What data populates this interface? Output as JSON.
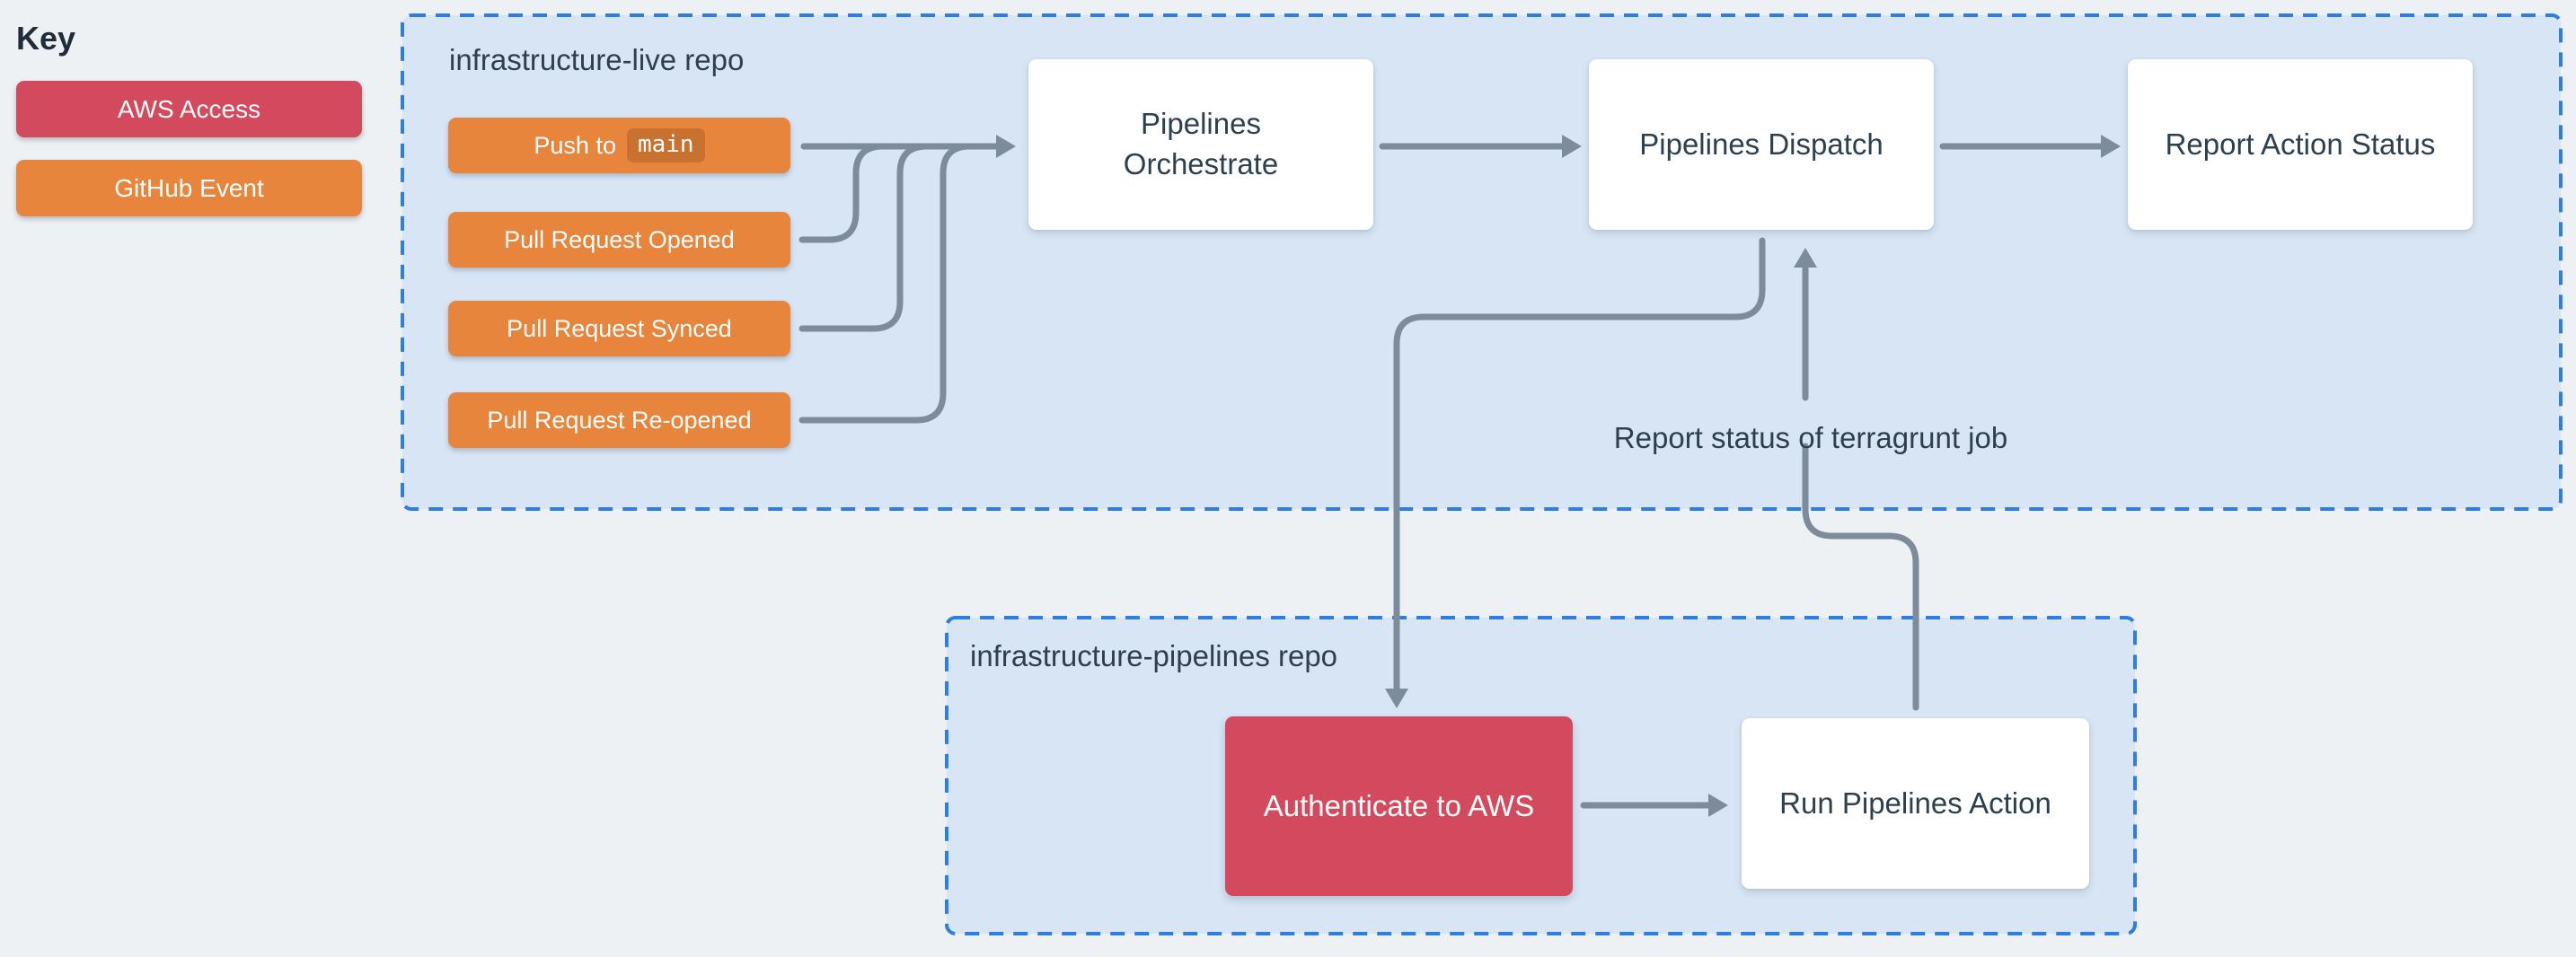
{
  "key": {
    "title": "Key",
    "items": [
      {
        "label": "AWS Access",
        "color": "#d34a5e"
      },
      {
        "label": "GitHub Event",
        "color": "#e8853d"
      }
    ]
  },
  "live_repo": {
    "label": "infrastructure-live repo",
    "events": [
      {
        "prefix": "Push to",
        "code": "main"
      },
      {
        "label": "Pull Request Opened"
      },
      {
        "label": "Pull Request Synced"
      },
      {
        "label": "Pull Request Re-opened"
      }
    ],
    "nodes": [
      {
        "label": "Pipelines\nOrchestrate"
      },
      {
        "label": "Pipelines Dispatch"
      },
      {
        "label": "Report Action Status"
      }
    ]
  },
  "pipelines_repo": {
    "label": "infrastructure-pipelines repo",
    "nodes": [
      {
        "label": "Authenticate to AWS",
        "kind": "aws-access"
      },
      {
        "label": "Run Pipelines Action",
        "kind": "default"
      }
    ]
  },
  "annotations": {
    "report_status": "Report status of terragrunt job"
  },
  "colors": {
    "page_bg": "#eef1f4",
    "container_fill": "#d7e5f5",
    "container_border": "#2e7de1",
    "connector": "#7d8c9b",
    "node_text": "#2e3f4e",
    "aws_access": "#d34a5e",
    "github_event": "#e8853d"
  }
}
